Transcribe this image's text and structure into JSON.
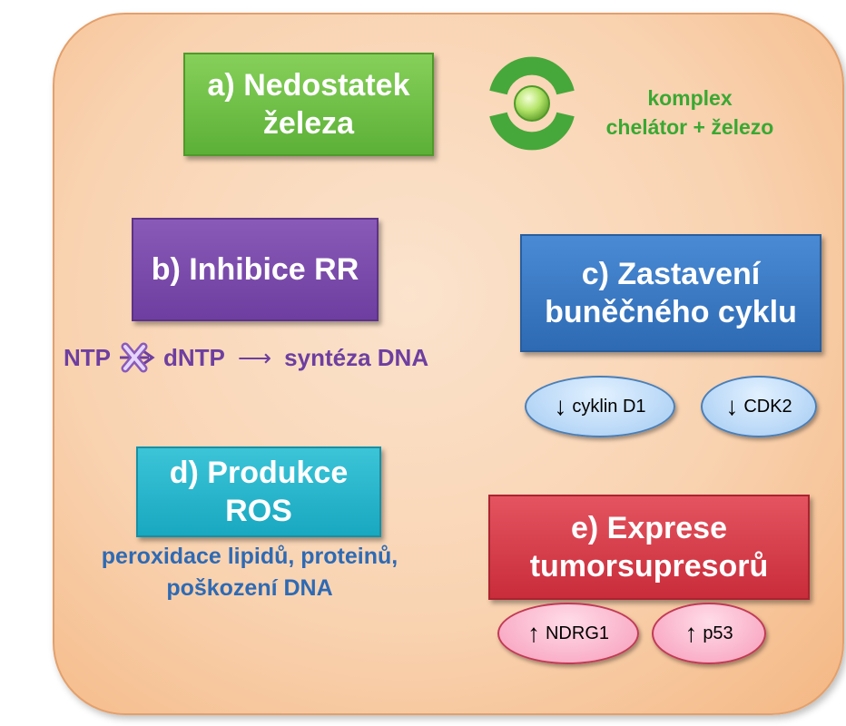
{
  "boxes": {
    "a": "a) Nedostatek\nželeza",
    "b": "b) Inhibice RR",
    "c": "c) Zastavení\nbuněčného cyklu",
    "d": "d) Produkce\nROS",
    "e": "e) Exprese\ntumorsupresorů"
  },
  "complex_label": "komplex\nchelátor + železo",
  "ntp_pathway": {
    "ntp": "NTP",
    "dntp": "dNTP",
    "arrow": "⟶",
    "synthesis": "syntéza DNA"
  },
  "ros_effects": "peroxidace lipidů, proteinů,\npoškození DNA",
  "cell_cycle_markers": [
    {
      "arrow": "↓",
      "label": "cyklin D1"
    },
    {
      "arrow": "↓",
      "label": "CDK2"
    }
  ],
  "tumor_suppressors": [
    {
      "arrow": "↑",
      "label": "NDRG1"
    },
    {
      "arrow": "↑",
      "label": "p53"
    }
  ],
  "colors": {
    "green": "#5cb037",
    "purple": "#6e3ea0",
    "blue": "#2e6ab4",
    "cyan": "#18a8c0",
    "red": "#c92c3a",
    "panel": "#f9d3b1"
  },
  "icons": {
    "chelator": "chelator-iron-complex-icon",
    "blocked": "blocked-x-icon"
  }
}
